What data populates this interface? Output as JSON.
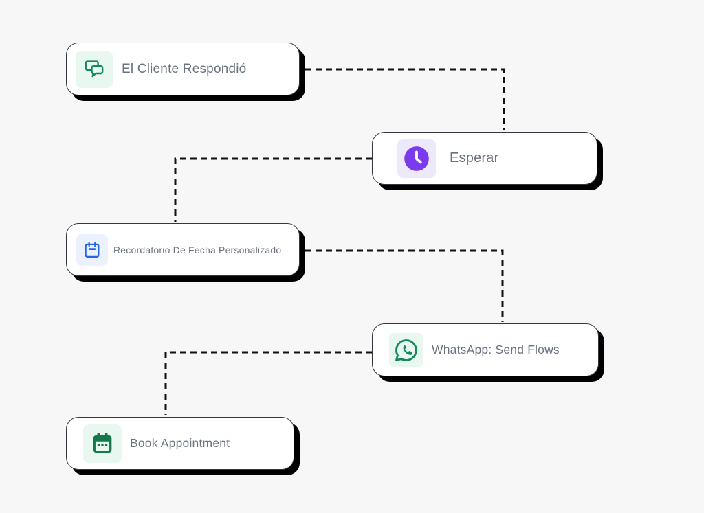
{
  "diagram": {
    "background_color": "#f7f7f8",
    "connector_color": "#111111",
    "label_color": "#6b7280",
    "shadow_color": "#000000",
    "nodes": [
      {
        "label": "El Cliente Respondió",
        "icon": "chat-bubbles-icon",
        "icon_color": "#12895a",
        "icon_bg": "#e8f8f0"
      },
      {
        "label": "Esperar",
        "icon": "clock-icon",
        "icon_color": "#7c3aed",
        "icon_bg": "#ece9fb"
      },
      {
        "label": "Recordatorio De Fecha Personalizado",
        "icon": "calendar-reminder-icon",
        "icon_color": "#2563eb",
        "icon_bg": "#ecf2fd"
      },
      {
        "label": "WhatsApp: Send Flows",
        "icon": "whatsapp-icon",
        "icon_color": "#12895a",
        "icon_bg": "#e8f8f0"
      },
      {
        "label": "Book Appointment",
        "icon": "calendar-dots-icon",
        "icon_color": "#13794b",
        "icon_bg": "#e8f8f0"
      }
    ]
  }
}
